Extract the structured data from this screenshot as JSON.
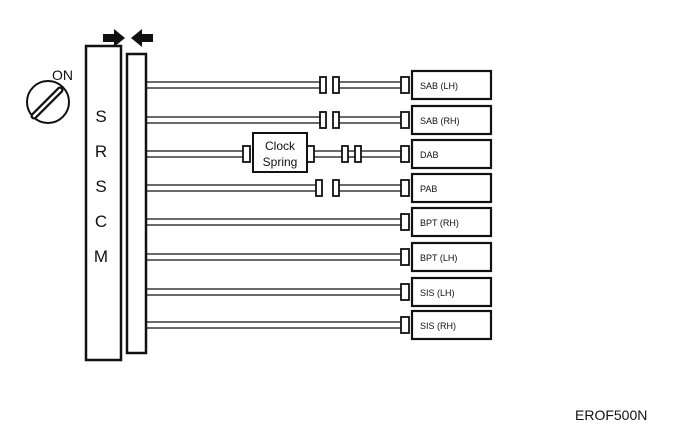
{
  "ignition": {
    "label": "ON"
  },
  "module": {
    "letters": [
      "S",
      "R",
      "S",
      "C",
      "M"
    ]
  },
  "clock_spring": {
    "line1": "Clock",
    "line2": "Spring"
  },
  "components": [
    {
      "label": "SAB (LH)"
    },
    {
      "label": "SAB (RH)"
    },
    {
      "label": "DAB"
    },
    {
      "label": "PAB"
    },
    {
      "label": "BPT (RH)"
    },
    {
      "label": "BPT (LH)"
    },
    {
      "label": "SIS (LH)"
    },
    {
      "label": "SIS (RH)"
    }
  ],
  "figure_id": "EROF500N",
  "colors": {
    "ink": "#111111",
    "background": "#ffffff"
  }
}
